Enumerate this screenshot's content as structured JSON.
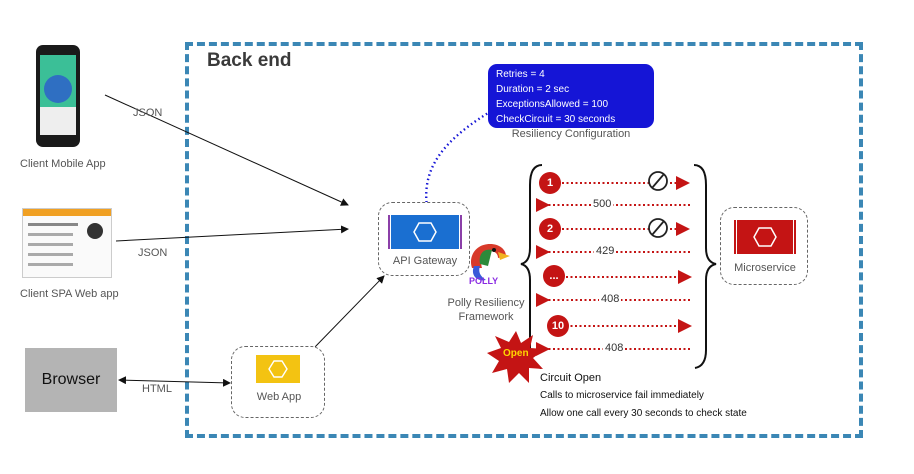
{
  "backend": {
    "title": "Back end"
  },
  "clients": {
    "mobile": {
      "label": "Client Mobile App"
    },
    "spa": {
      "label": "Client SPA Web app"
    },
    "browser": {
      "label": "Browser"
    }
  },
  "edges": {
    "json_mobile": "JSON",
    "json_spa": "JSON",
    "html": "HTML"
  },
  "config": {
    "lines": [
      "Retries = 4",
      "Duration = 2 sec",
      "ExceptionsAllowed = 100",
      "CheckCircuit = 30 seconds"
    ],
    "caption": "Resiliency Configuration"
  },
  "nodes": {
    "api_gateway": "API Gateway",
    "web_app": "Web App",
    "microservice": "Microservice",
    "polly_logo": "POLLY",
    "polly_caption": [
      "Polly Resiliency",
      "Framework"
    ]
  },
  "calls": [
    {
      "num": "1",
      "code": "500",
      "blocked": true
    },
    {
      "num": "2",
      "code": "429",
      "blocked": true
    },
    {
      "num": "...",
      "code": "408",
      "blocked": false
    },
    {
      "num": "10",
      "code": "408",
      "blocked": false
    }
  ],
  "circuit": {
    "badge": "Open",
    "title": "Circuit Open",
    "lines": [
      "Calls to microservice fail immediately",
      "Allow one call every 30 seconds to check state"
    ]
  },
  "colors": {
    "accent_blue": "#3b87b5",
    "config_bg": "#1515d6",
    "error_red": "#c41414",
    "hex_blue": "#1a6fd1",
    "hex_yellow": "#f3c312"
  }
}
